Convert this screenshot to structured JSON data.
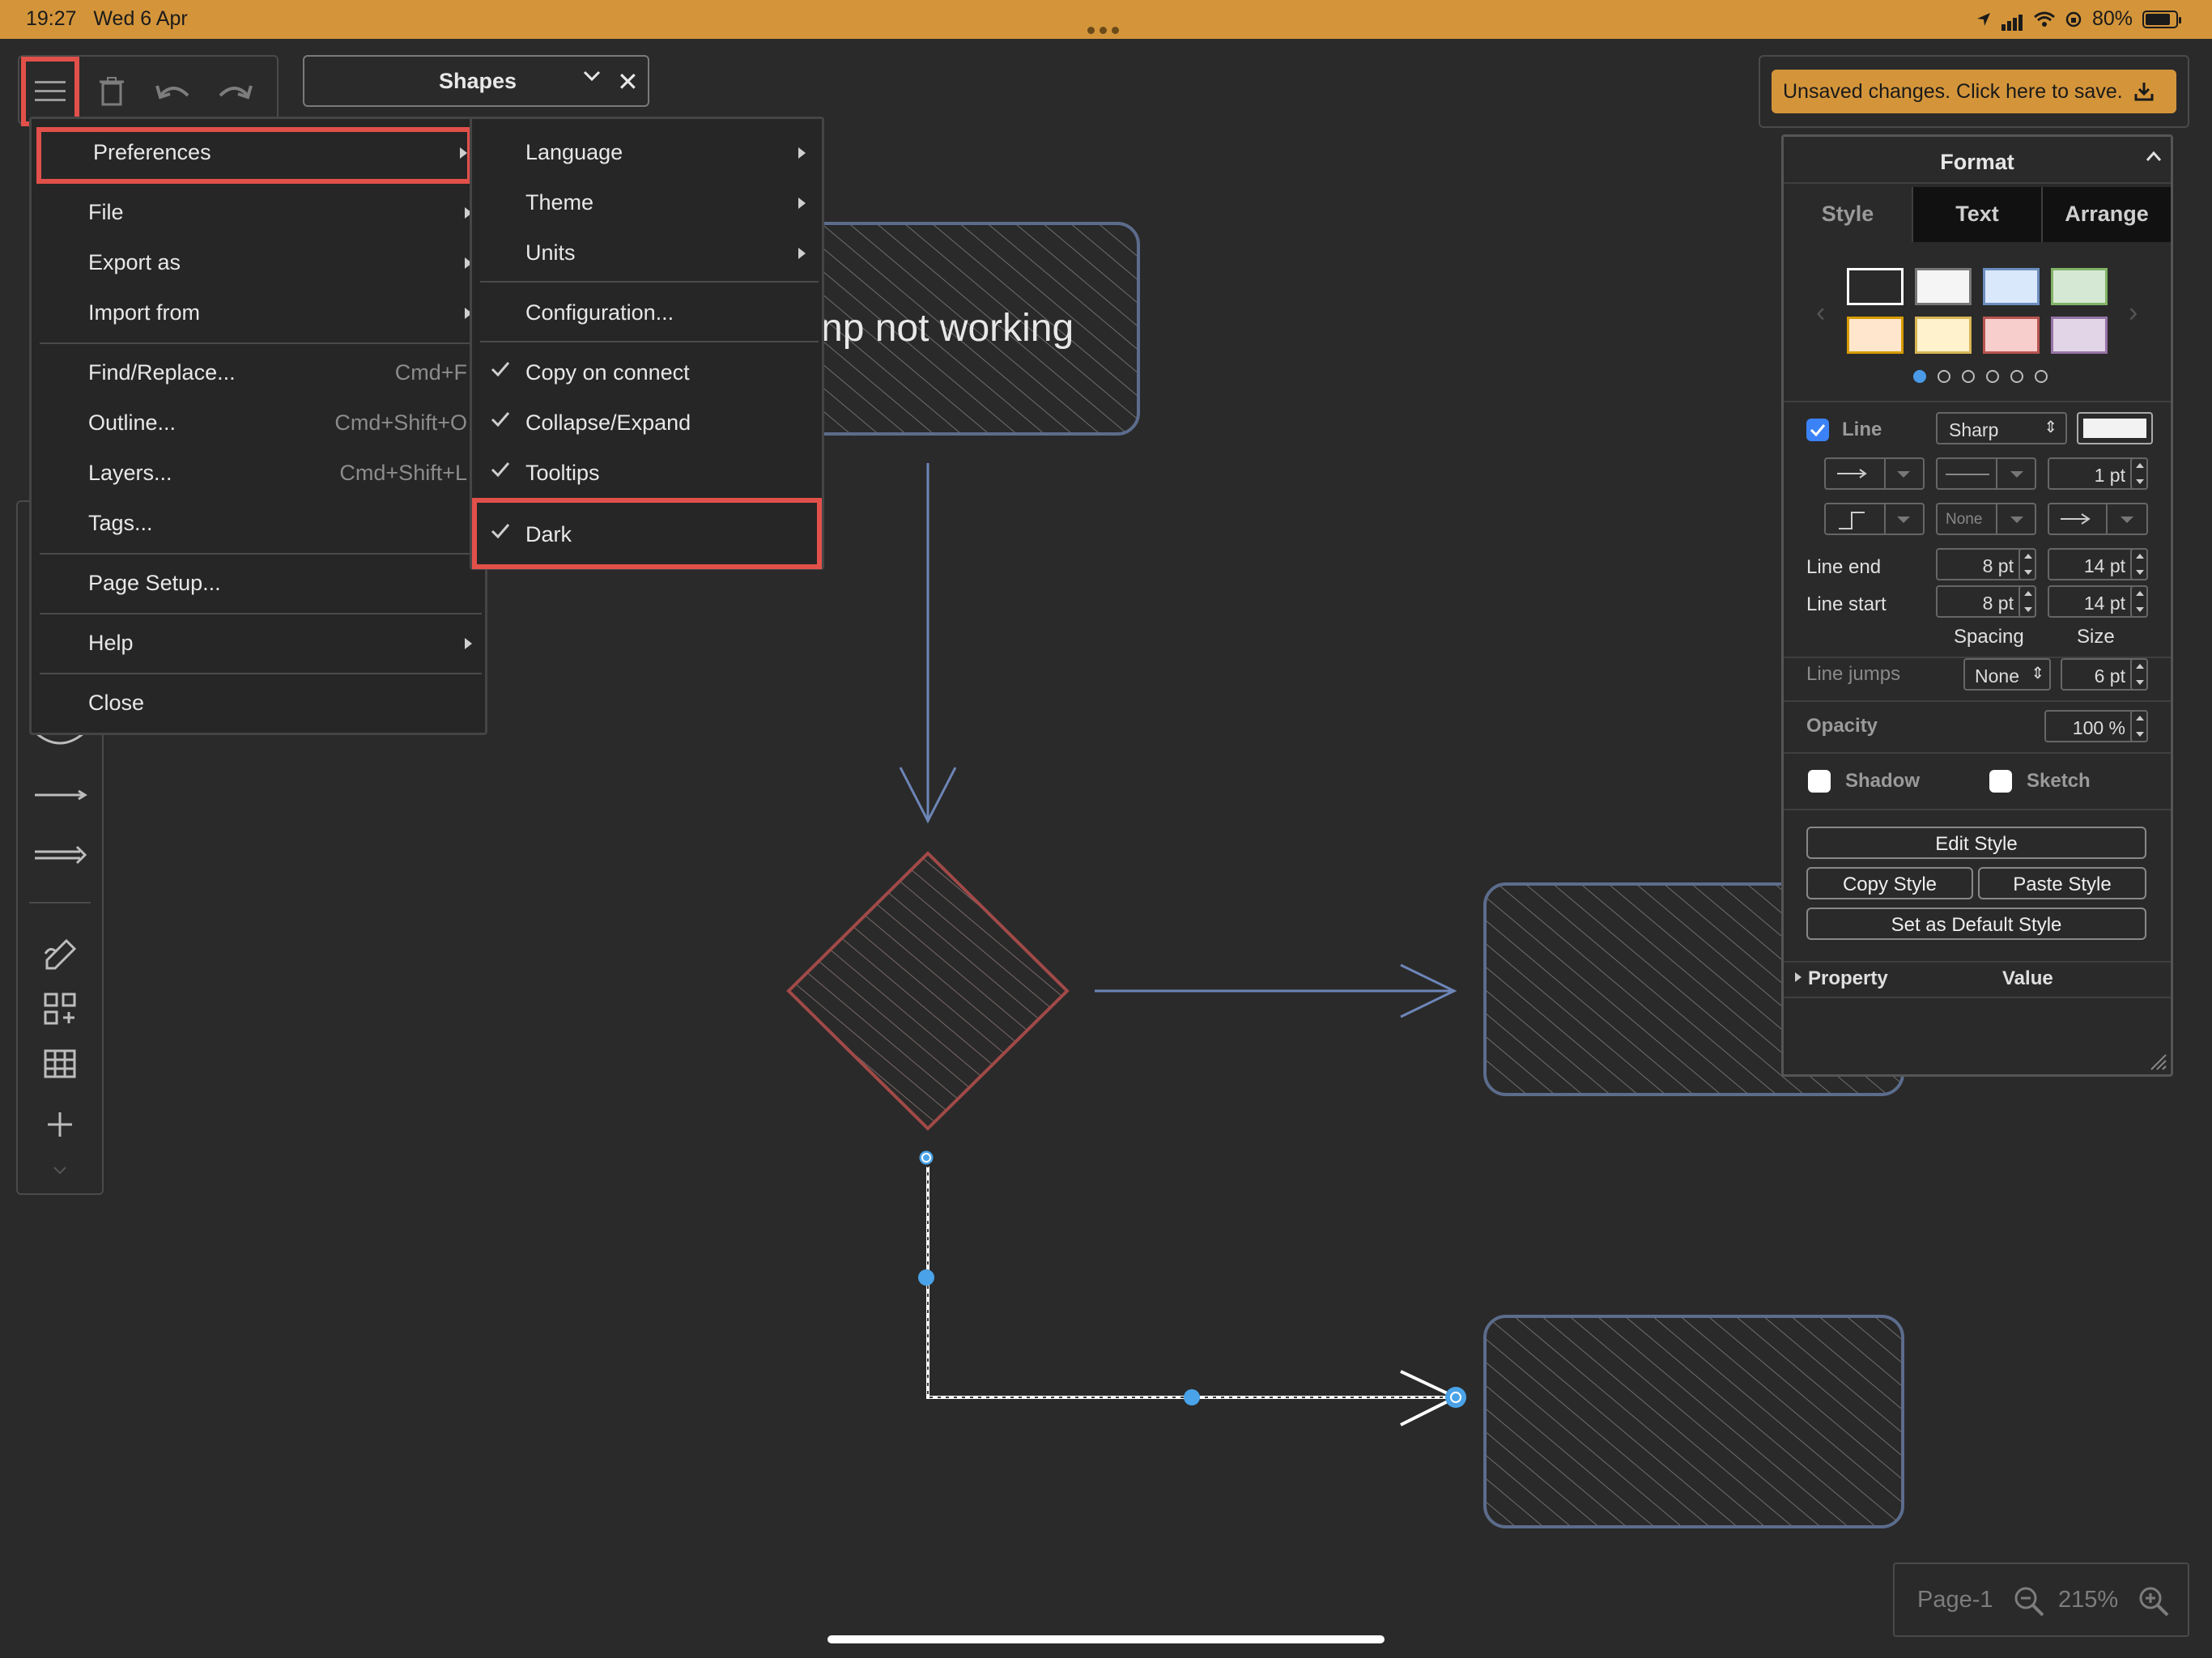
{
  "status_bar": {
    "time": "19:27",
    "date": "Wed 6 Apr",
    "battery": "80%"
  },
  "toolbar": {
    "shapes_tab_label": "Shapes",
    "save_label": "Unsaved changes. Click here to save."
  },
  "main_menu": {
    "items": [
      {
        "label": "Preferences",
        "shortcut": ""
      },
      {
        "label": "File",
        "shortcut": ""
      },
      {
        "label": "Export as",
        "shortcut": ""
      },
      {
        "label": "Import from",
        "shortcut": ""
      },
      {
        "label": "Find/Replace...",
        "shortcut": "Cmd+F"
      },
      {
        "label": "Outline...",
        "shortcut": "Cmd+Shift+O"
      },
      {
        "label": "Layers...",
        "shortcut": "Cmd+Shift+L"
      },
      {
        "label": "Tags...",
        "shortcut": ""
      },
      {
        "label": "Page Setup...",
        "shortcut": ""
      },
      {
        "label": "Help",
        "shortcut": ""
      },
      {
        "label": "Close",
        "shortcut": ""
      }
    ]
  },
  "preferences_submenu": {
    "items": [
      {
        "label": "Language"
      },
      {
        "label": "Theme"
      },
      {
        "label": "Units"
      },
      {
        "label": "Configuration..."
      },
      {
        "label": "Copy on connect"
      },
      {
        "label": "Collapse/Expand"
      },
      {
        "label": "Tooltips"
      },
      {
        "label": "Dark"
      }
    ]
  },
  "canvas": {
    "shape_text": "np not working"
  },
  "format_panel": {
    "title": "Format",
    "tabs": [
      "Style",
      "Text",
      "Arrange"
    ],
    "swatch_colors": [
      {
        "fill": "#2a2a2a",
        "stroke": "#ffffff"
      },
      {
        "fill": "#f5f5f5",
        "stroke": "#777777"
      },
      {
        "fill": "#dae8fc",
        "stroke": "#6c8ebf"
      },
      {
        "fill": "#d5e8d4",
        "stroke": "#82b366"
      },
      {
        "fill": "#ffe6cc",
        "stroke": "#d79b00"
      },
      {
        "fill": "#fff2cc",
        "stroke": "#d6b656"
      },
      {
        "fill": "#f8cecc",
        "stroke": "#b85450"
      },
      {
        "fill": "#e1d5e7",
        "stroke": "#9673a6"
      }
    ],
    "line_label": "Line",
    "line_style": "Sharp",
    "line_width": "1 pt",
    "waypoint_none": "None",
    "line_end_label": "Line end",
    "line_start_label": "Line start",
    "line_end_spacing": "8 pt",
    "line_end_size": "14 pt",
    "line_start_spacing": "8 pt",
    "line_start_size": "14 pt",
    "spacing_label": "Spacing",
    "size_label": "Size",
    "line_jumps_label": "Line jumps",
    "line_jumps_value": "None",
    "line_jumps_size": "6 pt",
    "opacity_label": "Opacity",
    "opacity_value": "100 %",
    "shadow_label": "Shadow",
    "sketch_label": "Sketch",
    "edit_style": "Edit Style",
    "copy_style": "Copy Style",
    "paste_style": "Paste Style",
    "set_default": "Set as Default Style",
    "property_label": "Property",
    "value_label": "Value"
  },
  "page_controls": {
    "page_name": "Page-1",
    "zoom": "215%"
  }
}
